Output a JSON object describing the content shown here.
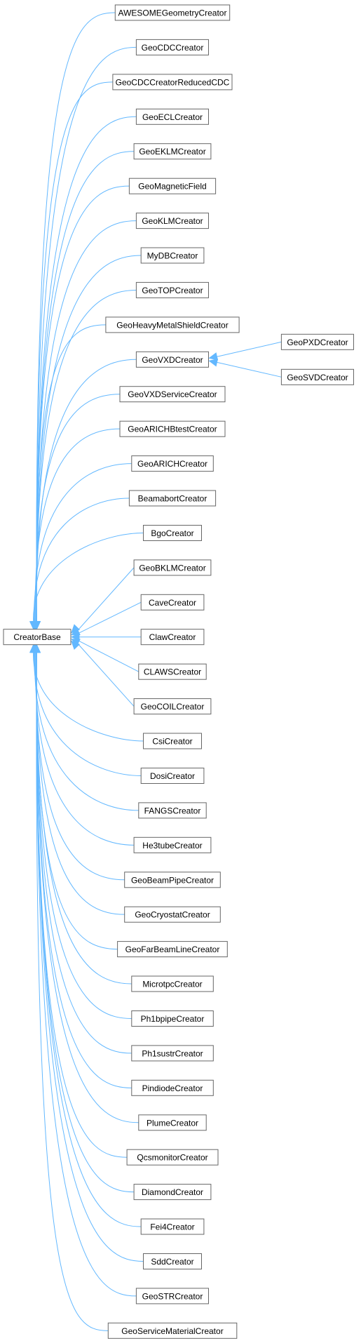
{
  "diagram": {
    "root": {
      "id": "creatorbase",
      "label": "CreatorBase"
    },
    "children": [
      {
        "id": "awesome",
        "label": "AWESOMEGeometryCreator"
      },
      {
        "id": "geocdc",
        "label": "GeoCDCCreator"
      },
      {
        "id": "geocdcreduced",
        "label": "GeoCDCCreatorReducedCDC"
      },
      {
        "id": "geoecl",
        "label": "GeoECLCreator"
      },
      {
        "id": "geoeklm",
        "label": "GeoEKLMCreator"
      },
      {
        "id": "geomagnetic",
        "label": "GeoMagneticField"
      },
      {
        "id": "geoklm",
        "label": "GeoKLMCreator"
      },
      {
        "id": "mydb",
        "label": "MyDBCreator"
      },
      {
        "id": "geotop",
        "label": "GeoTOPCreator"
      },
      {
        "id": "geoheavy",
        "label": "GeoHeavyMetalShieldCreator"
      },
      {
        "id": "geovxd",
        "label": "GeoVXDCreator"
      },
      {
        "id": "geovxdservice",
        "label": "GeoVXDServiceCreator"
      },
      {
        "id": "geoarichbtest",
        "label": "GeoARICHBtestCreator"
      },
      {
        "id": "geoarich",
        "label": "GeoARICHCreator"
      },
      {
        "id": "beamabort",
        "label": "BeamabortCreator"
      },
      {
        "id": "bgo",
        "label": "BgoCreator"
      },
      {
        "id": "geobklm",
        "label": "GeoBKLMCreator"
      },
      {
        "id": "cave",
        "label": "CaveCreator"
      },
      {
        "id": "claw",
        "label": "ClawCreator"
      },
      {
        "id": "claws",
        "label": "CLAWSCreator"
      },
      {
        "id": "geocoil",
        "label": "GeoCOILCreator"
      },
      {
        "id": "csi",
        "label": "CsiCreator"
      },
      {
        "id": "dosi",
        "label": "DosiCreator"
      },
      {
        "id": "fangs",
        "label": "FANGSCreator"
      },
      {
        "id": "he3tube",
        "label": "He3tubeCreator"
      },
      {
        "id": "geobeampipe",
        "label": "GeoBeamPipeCreator"
      },
      {
        "id": "geocryostat",
        "label": "GeoCryostatCreator"
      },
      {
        "id": "geofarbeamline",
        "label": "GeoFarBeamLineCreator"
      },
      {
        "id": "microtpc",
        "label": "MicrotpcCreator"
      },
      {
        "id": "ph1bpipe",
        "label": "Ph1bpipeCreator"
      },
      {
        "id": "ph1sustr",
        "label": "Ph1sustrCreator"
      },
      {
        "id": "pindiode",
        "label": "PindiodeCreator"
      },
      {
        "id": "plume",
        "label": "PlumeCreator"
      },
      {
        "id": "qcsmonitor",
        "label": "QcsmonitorCreator"
      },
      {
        "id": "diamond",
        "label": "DiamondCreator"
      },
      {
        "id": "fei4",
        "label": "Fei4Creator"
      },
      {
        "id": "sdd",
        "label": "SddCreator"
      },
      {
        "id": "geostr",
        "label": "GeoSTRCreator"
      },
      {
        "id": "geoservicematerial",
        "label": "GeoServiceMaterialCreator"
      }
    ],
    "grandchildren": [
      {
        "id": "geopxd",
        "label": "GeoPXDCreator",
        "parent": "geovxd"
      },
      {
        "id": "geosvd",
        "label": "GeoSVDCreator",
        "parent": "geovxd"
      }
    ],
    "colors": {
      "edge": "#63b8ff",
      "node_border": "#666666",
      "node_fill": "#ffffff"
    }
  }
}
